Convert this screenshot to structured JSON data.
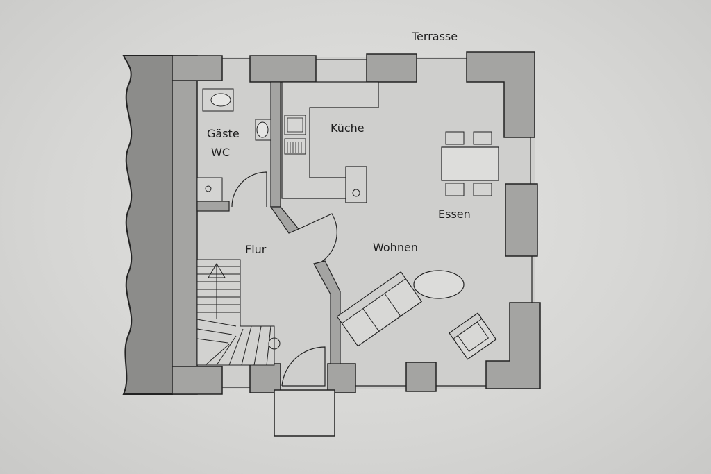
{
  "plan": {
    "labels": {
      "terrace": "Terrasse",
      "guest_wc_line1": "Gäste",
      "guest_wc_line2": "WC",
      "kitchen": "Küche",
      "dining": "Essen",
      "living": "Wohnen",
      "hallway": "Flur"
    },
    "colors": {
      "paper": "#dcdcda",
      "floor": "#cfcfcd",
      "wall": "#a3a3a1",
      "dark_band": "#8a8a88",
      "line": "#222222"
    }
  }
}
